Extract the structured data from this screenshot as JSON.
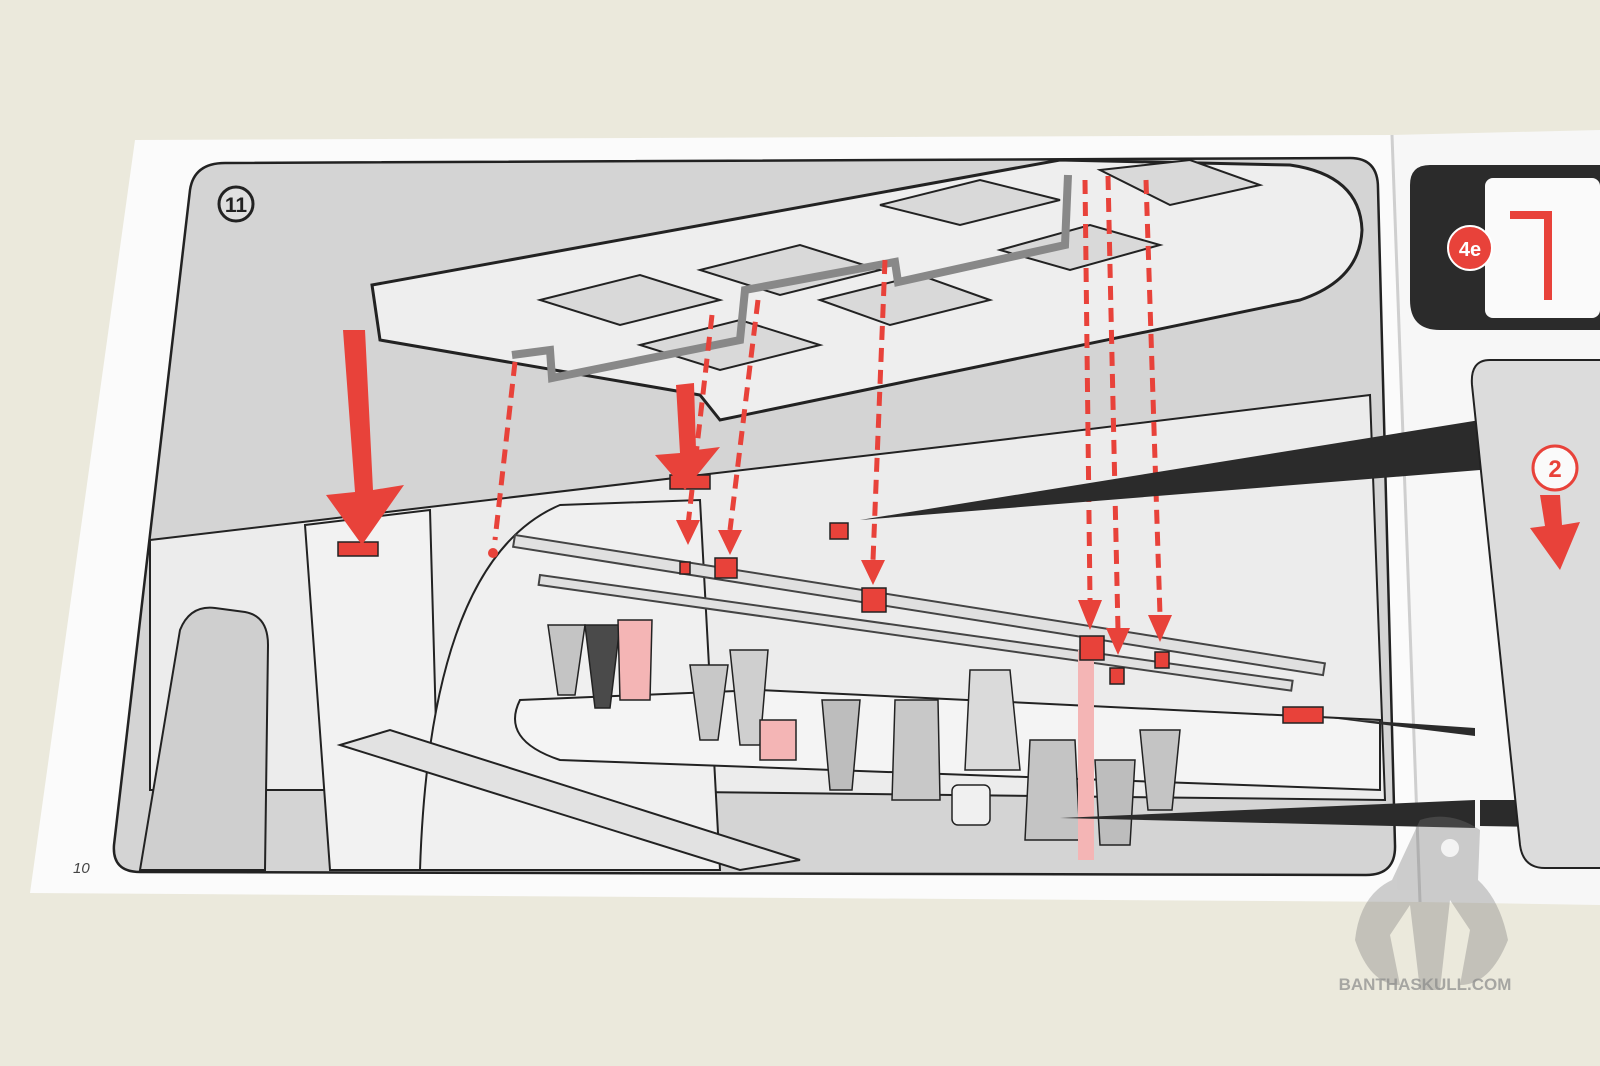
{
  "step_number": "11",
  "page_number": "10",
  "right_page": {
    "substep_label": "4e",
    "step_badge": "2"
  },
  "watermark": "BANTHASKULL.COM",
  "colors": {
    "background": "#ebe9dc",
    "page": "#fafafa",
    "panel": "#d3d3d3",
    "accent_red": "#e8423a",
    "pink": "#f4b5b5",
    "dark_panel": "#2b2b2b"
  }
}
